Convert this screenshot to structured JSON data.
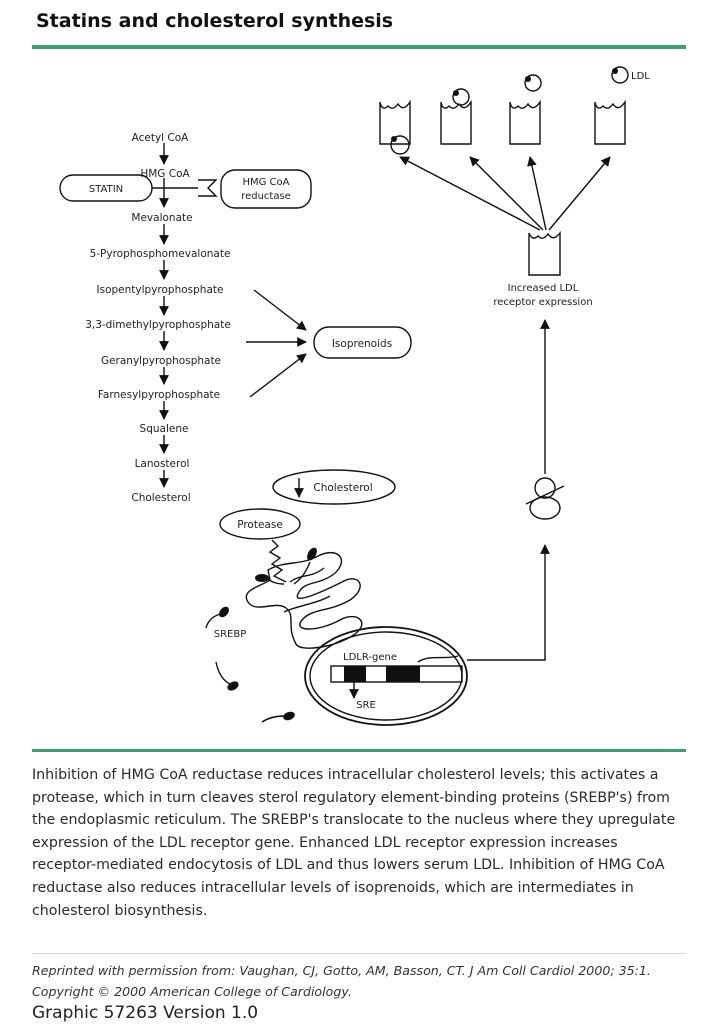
{
  "header": {
    "title": "Statins and cholesterol synthesis"
  },
  "diagram": {
    "pathway": {
      "acetyl": "Acetyl CoA",
      "hmg": "HMG CoA",
      "mevalonate": "Mevalonate",
      "pyrophosphomevalonate": "5-Pyrophosphomevalonate",
      "isopentyl": "Isopentylpyrophosphate",
      "dimethyl": "3,3-dimethylpyrophosphate",
      "geranyl": "Geranylpyrophosphate",
      "farnesyl": "Farnesylpyrophosphate",
      "squalene": "Squalene",
      "lanosterol": "Lanosterol",
      "cholesterol": "Cholesterol"
    },
    "statin": "STATIN",
    "reductase_line1": "HMG CoA",
    "reductase_line2": "reductase",
    "isoprenoids": "Isoprenoids",
    "ldl": "LDL",
    "receptor_line1": "Increased LDL",
    "receptor_line2": "receptor expression",
    "cholesterol_down": "Cholesterol",
    "protease": "Protease",
    "srebp": "SREBP",
    "ldlr_gene": "LDLR-gene",
    "sre": "SRE"
  },
  "caption": "Inhibition of HMG CoA reductase reduces intracellular cholesterol levels; this activates a protease, which in turn cleaves sterol regulatory element-binding proteins (SREBP's) from the endoplasmic reticulum. The SREBP's translocate to the nucleus where they upregulate expression of the LDL receptor gene. Enhanced LDL receptor expression increases receptor-mediated endocytosis of LDL and thus lowers serum LDL. Inhibition of HMG CoA reductase also reduces intracellular levels of isoprenoids, which are intermediates in cholesterol biosynthesis.",
  "credit": "Reprinted with permission from: Vaughan, CJ, Gotto, AM, Basson, CT. J Am Coll Cardiol 2000; 35:1. Copyright © 2000 American College of Cardiology.",
  "graphic_id": "Graphic 57263 Version 1.0"
}
